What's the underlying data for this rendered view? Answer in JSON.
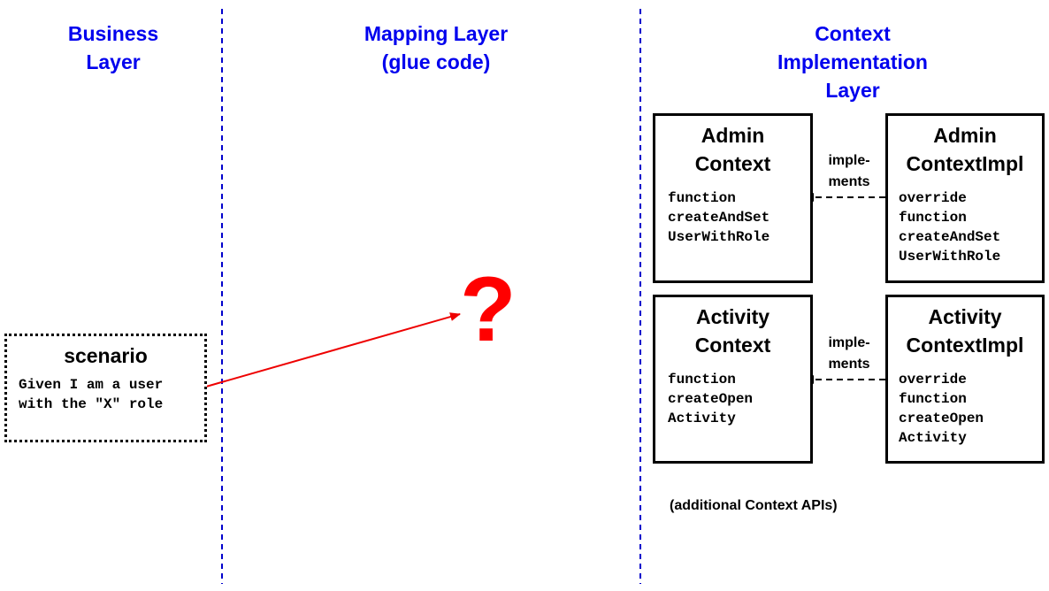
{
  "columns": {
    "business": {
      "line1": "Business",
      "line2": "Layer"
    },
    "mapping": {
      "line1": "Mapping Layer",
      "line2": "(glue code)"
    },
    "context": {
      "line1": "Context",
      "line2": "Implementation",
      "line3": "Layer"
    }
  },
  "scenario": {
    "title": "scenario",
    "code": [
      "Given I am a user",
      "with the \"X\" role"
    ]
  },
  "mapping_placeholder": "?",
  "admin_context": {
    "title1": "Admin",
    "title2": "Context",
    "code": [
      "function",
      "createAndSet",
      "UserWithRole"
    ]
  },
  "admin_context_impl": {
    "title1": "Admin",
    "title2": "ContextImpl",
    "code": [
      "override",
      "function",
      "createAndSet",
      "UserWithRole"
    ]
  },
  "activity_context": {
    "title1": "Activity",
    "title2": "Context",
    "code": [
      "function",
      "createOpen",
      "Activity"
    ]
  },
  "activity_context_impl": {
    "title1": "Activity",
    "title2": "ContextImpl",
    "code": [
      "override",
      "function",
      "createOpen",
      "Activity"
    ]
  },
  "implements_label": {
    "line1": "imple-",
    "line2": "ments"
  },
  "note": "(additional Context APIs)",
  "colors": {
    "heading": "#0000ee",
    "divider": "#0000cc",
    "arrow_red": "#ee0000",
    "question_mark": "#ff0000"
  }
}
